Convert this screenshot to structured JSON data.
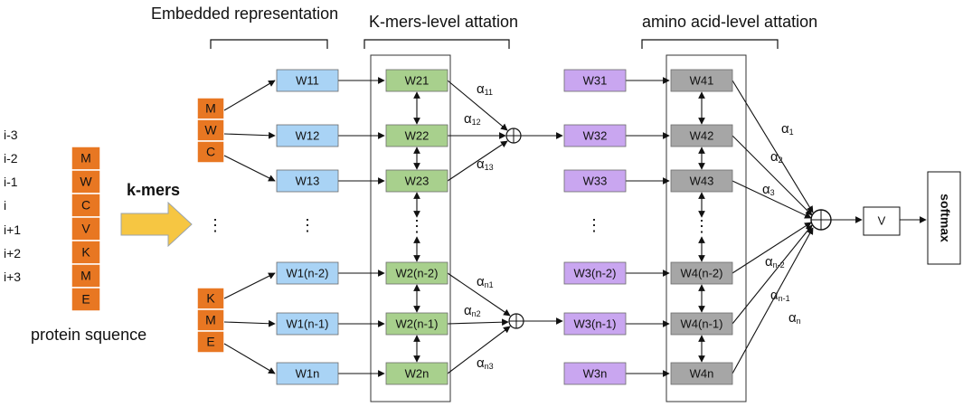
{
  "colors": {
    "blue": "#a9d3f5",
    "green": "#a8d08d",
    "purple": "#c9a6f0",
    "gray": "#a6a6a6",
    "orange": "#e87722",
    "arrow_fill": "#f6c642",
    "arrow_stroke": "#9aa3ad"
  },
  "labels": {
    "embedded": "Embedded representation",
    "kmer_att": "K-mers-level attation",
    "aa_att": "amino acid-level attation",
    "kmers": "k-mers",
    "protein": "protein squence",
    "softmax": "softmax",
    "v": "V",
    "ellipsis_h": "…",
    "ellipsis_v": "⋮"
  },
  "positions_index": [
    "i-3",
    "i-2",
    "i-1",
    "i",
    "i+1",
    "i+2",
    "i+3"
  ],
  "protein_seq": [
    "M",
    "W",
    "C",
    "V",
    "K",
    "M",
    "E"
  ],
  "kmer_top": [
    "M",
    "W",
    "C"
  ],
  "kmer_bottom": [
    "K",
    "M",
    "E"
  ],
  "w1": [
    "W11",
    "W12",
    "W13",
    "W1(n-2)",
    "W1(n-1)",
    "W1n"
  ],
  "w2": [
    "W21",
    "W22",
    "W23",
    "W2(n-2)",
    "W2(n-1)",
    "W2n"
  ],
  "w3": [
    "W31",
    "W32",
    "W33",
    "W3(n-2)",
    "W3(n-1)",
    "W3n"
  ],
  "w4": [
    "W41",
    "W42",
    "W43",
    "W4(n-2)",
    "W4(n-1)",
    "W4n"
  ],
  "alpha_sym": "α",
  "alpha_kmer": [
    "11",
    "12",
    "13",
    "n1",
    "n2",
    "n3"
  ],
  "alpha_aa": [
    "1",
    "2",
    "3",
    "n-2",
    "n-1",
    "n"
  ]
}
